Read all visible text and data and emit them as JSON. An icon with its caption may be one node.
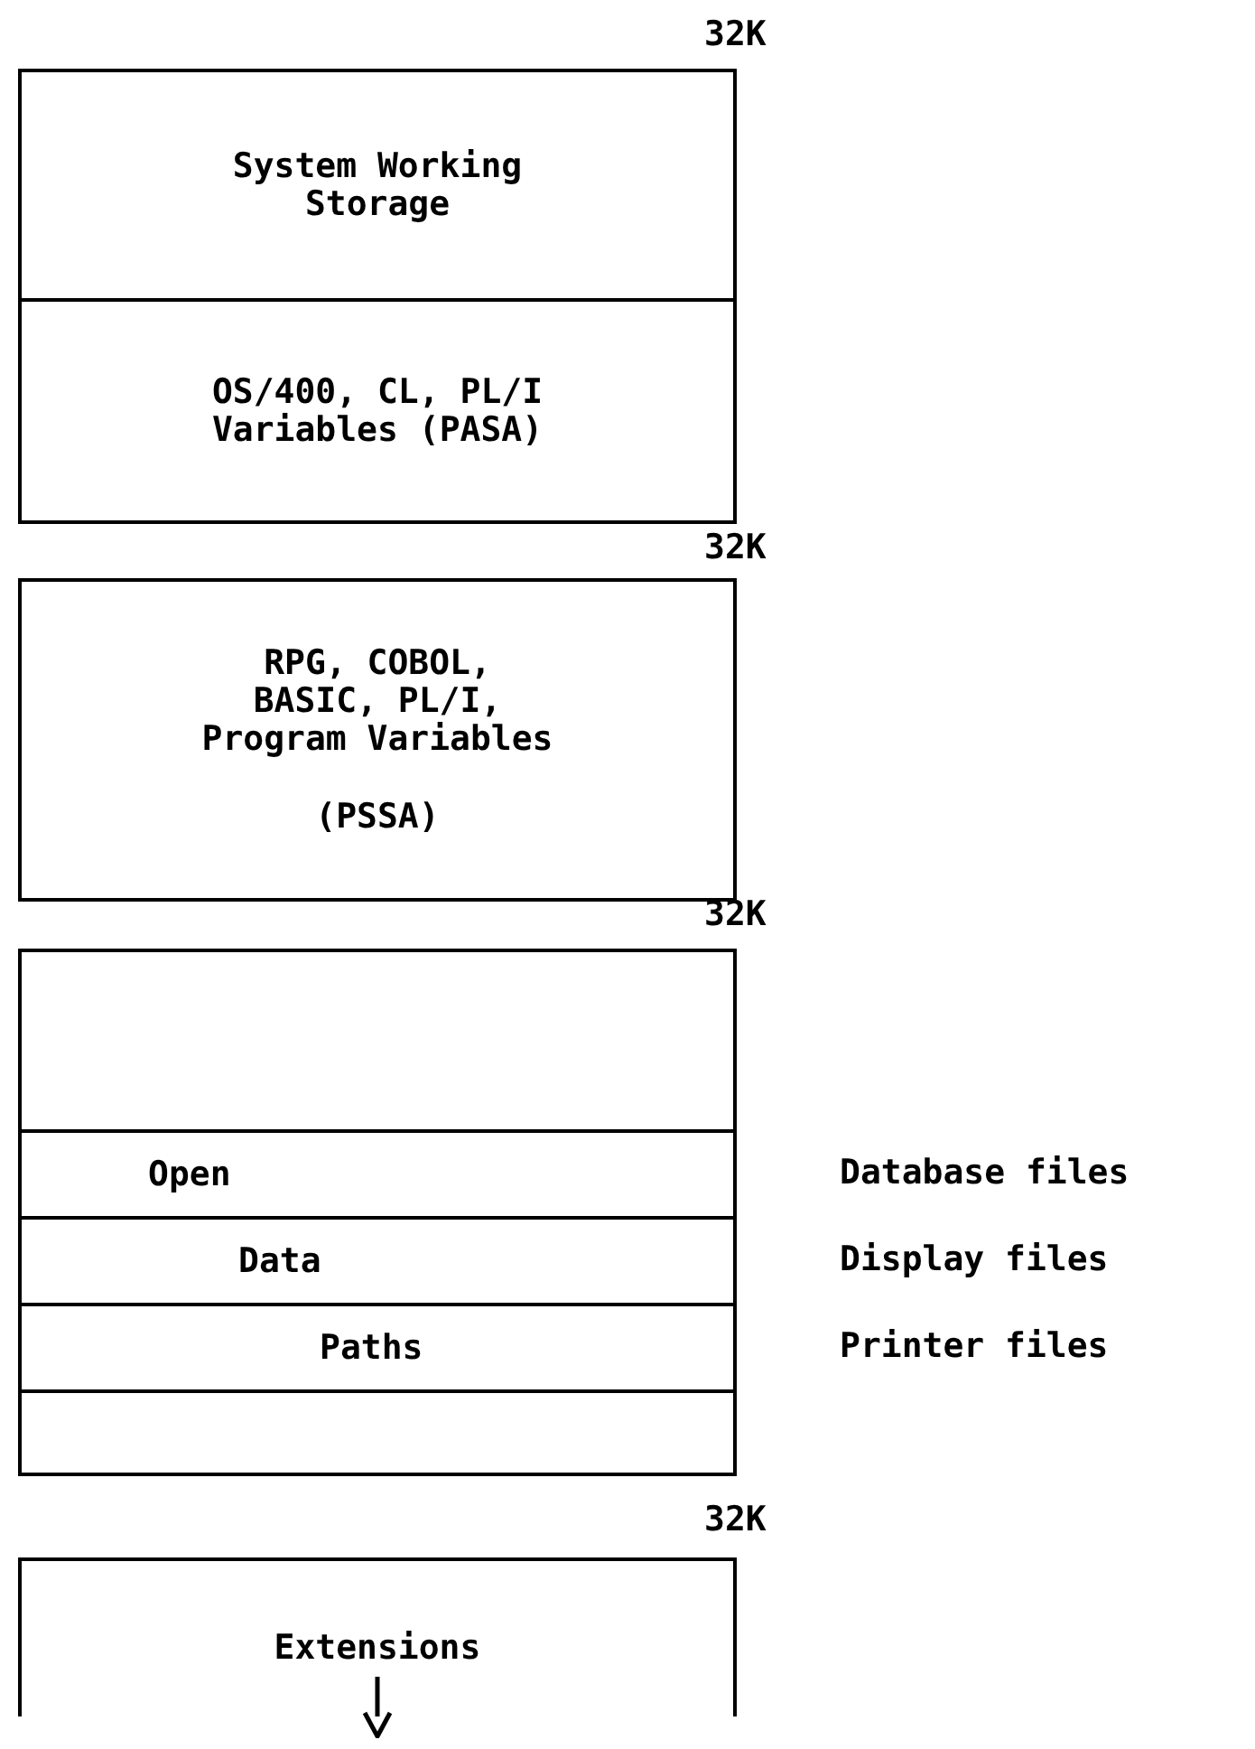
{
  "diagram": {
    "nodes": [
      {
        "text": [
          "System Working Storage"
        ]
      },
      {
        "text": [
          "OS/400, CL, PL/I Variables (PASA)"
        ]
      },
      {
        "text": [
          "RPG, COBOL, BASIC, PL/I, Program Variables",
          "(PSSA)"
        ]
      },
      {
        "text": [],
        "shape": "box"
      },
      {
        "text": [
          "Open"
        ],
        "beside": [
          "Database files"
        ]
      },
      {
        "text": [
          "Data"
        ],
        "beside": [
          "Display files"
        ]
      },
      {
        "text": [
          "Paths"
        ],
        "beside": [
          "Printer files"
        ]
      },
      {
        "text": [],
        "shape": "box"
      },
      {
        "text": [
          "Extensions"
        ]
      }
    ],
    "edges": [],
    "labels": [
      "32K",
      "32K",
      "32K",
      "32K"
    ]
  }
}
